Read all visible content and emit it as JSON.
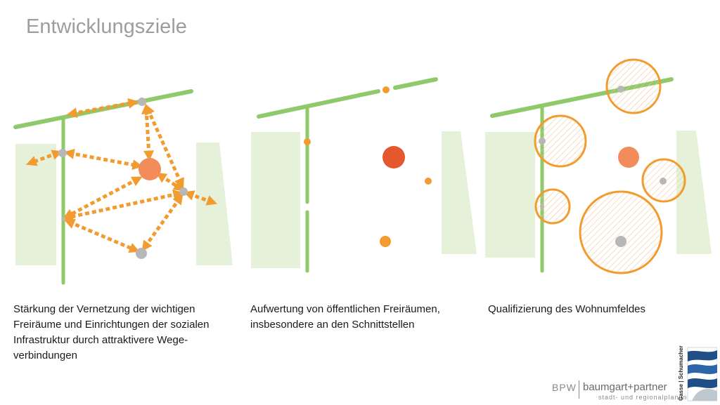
{
  "title": "Entwicklungsziele",
  "panels": [
    {
      "caption_lines": [
        "Stärkung der Vernetzung der wichtigen",
        "Freiräume und Einrichtungen der sozialen",
        "Infrastruktur durch attraktivere Wege-",
        "verbindungen"
      ]
    },
    {
      "caption_lines": [
        "Aufwertung von öffentlichen Freiräumen,",
        "insbesondere an den Schnittstellen"
      ]
    },
    {
      "caption_lines": [
        "Qualifizierung des Wohnumfeldes"
      ]
    }
  ],
  "branding": {
    "bpw": "BPW",
    "name": "baumgart+partner",
    "sub": "stadt- und regionalplanung",
    "partner_logo_text": "Gasse | Schumacher"
  },
  "colors": {
    "green_path": "#8fc96a",
    "green_area": "#e5f1d8",
    "orange": "#f29b2e",
    "orange_light": "#f4a261",
    "orange_center": "#f28c5a",
    "red_center": "#e3582c",
    "grey_node": "#b7b7b7"
  }
}
